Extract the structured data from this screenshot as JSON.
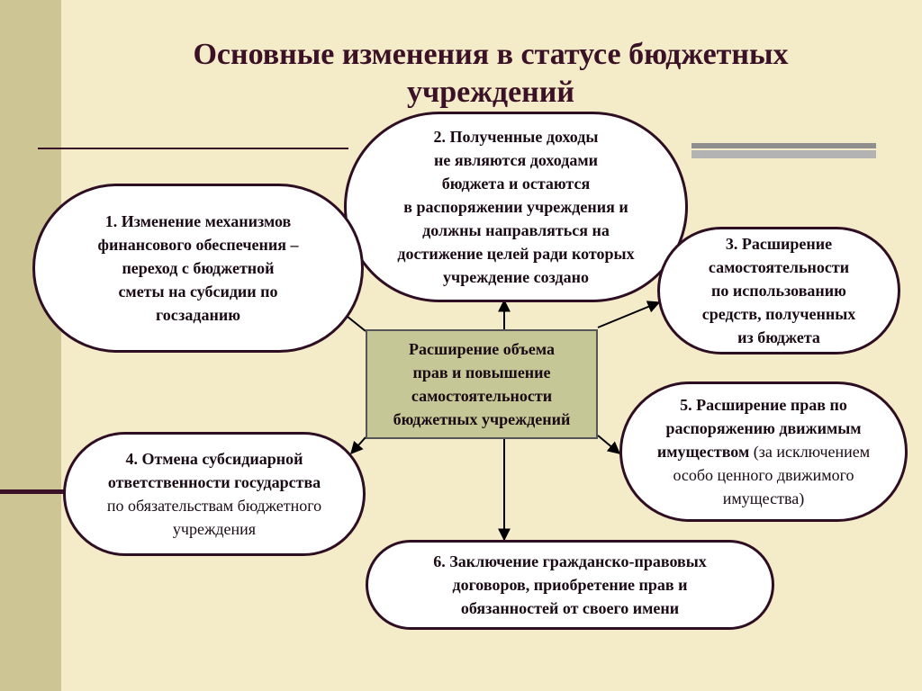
{
  "title": {
    "line1": "Основные изменения в статусе бюджетных",
    "line2": "учреждений"
  },
  "center": {
    "lines": [
      "Расширение объема",
      "прав и повышение",
      "самостоятельности",
      "бюджетных учреждений"
    ]
  },
  "node1": {
    "lines": [
      "1. Изменение механизмов",
      "финансового обеспечения –",
      "переход с бюджетной",
      "сметы на субсидии по",
      "госзаданию"
    ]
  },
  "node2": {
    "lines": [
      "2. Полученные доходы",
      "не являются доходами",
      "бюджета и остаются",
      "в распоряжении учреждения и",
      "должны направляться на",
      "достижение целей ради которых",
      "учреждение создано"
    ]
  },
  "node3": {
    "lines": [
      "3. Расширение",
      "самостоятельности",
      "по использованию",
      "средств, полученных",
      "из бюджета"
    ]
  },
  "node4": {
    "bold_lines": [
      "4. Отмена субсидиарной",
      "ответственности государства"
    ],
    "normal_lines": [
      "по обязательствам бюджетного",
      "учреждения"
    ]
  },
  "node5": {
    "bold_lines": [
      "5. Расширение прав по",
      "распоряжению движимым"
    ],
    "line3_bold": "имуществом",
    "line3_normal": " (за исключением",
    "normal_lines": [
      "особо ценного движимого",
      "имущества)"
    ]
  },
  "node6": {
    "lines": [
      "6. Заключение гражданско-правовых",
      "договоров, приобретение прав и",
      "обязанностей от своего имени"
    ]
  },
  "colors": {
    "background": "#f4ebc9",
    "side_band": "#cdc593",
    "title": "#3a1126",
    "oval_border": "#2e0e22",
    "center_fill": "#c6c796"
  }
}
